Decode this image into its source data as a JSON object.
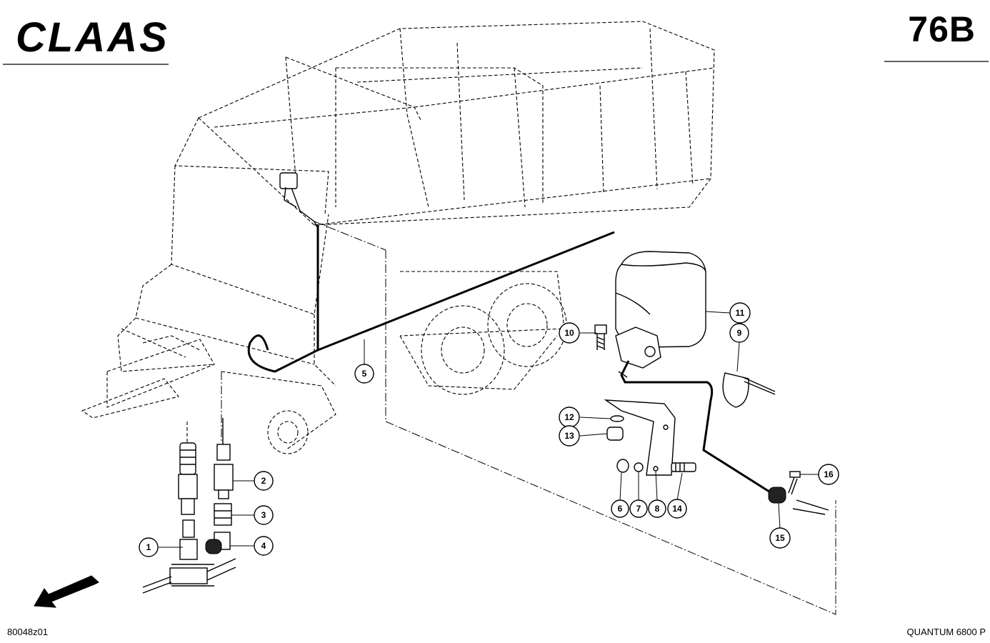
{
  "header": {
    "brand": "CLAAS",
    "page_code": "76B"
  },
  "footer": {
    "drawing_number": "80048z01",
    "model": "QUANTUM 6800 P"
  },
  "callouts": [
    {
      "label": "1"
    },
    {
      "label": "2"
    },
    {
      "label": "3"
    },
    {
      "label": "4"
    },
    {
      "label": "5"
    },
    {
      "label": "6"
    },
    {
      "label": "7"
    },
    {
      "label": "8"
    },
    {
      "label": "9"
    },
    {
      "label": "10"
    },
    {
      "label": "11"
    },
    {
      "label": "12"
    },
    {
      "label": "13"
    },
    {
      "label": "14"
    },
    {
      "label": "15"
    },
    {
      "label": "16"
    }
  ],
  "colors": {
    "ink": "#000000",
    "paper": "#ffffff"
  }
}
